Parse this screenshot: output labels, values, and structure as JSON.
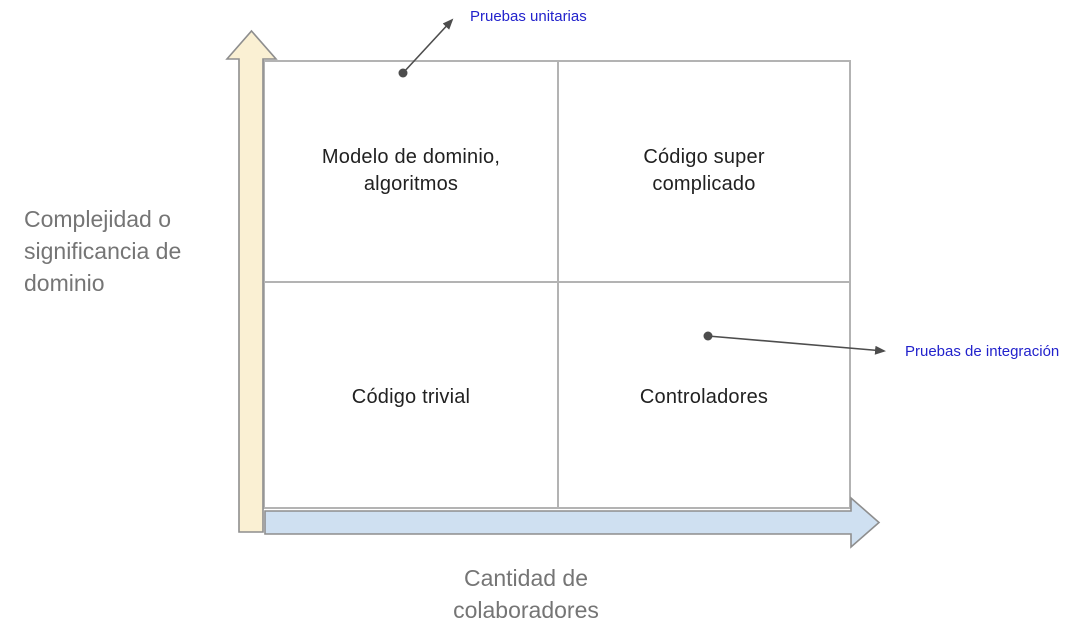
{
  "diagram": {
    "quadrants": [
      {
        "position": "top-left",
        "lines": [
          "Modelo de dominio,",
          "algoritmos"
        ]
      },
      {
        "position": "top-right",
        "lines": [
          "Código super",
          "complicado"
        ]
      },
      {
        "position": "bottom-left",
        "lines": [
          "Código trivial",
          ""
        ]
      },
      {
        "position": "bottom-right",
        "lines": [
          "Controladores",
          ""
        ]
      }
    ],
    "y_axis": {
      "label_lines": [
        "Complejidad o",
        "significancia de",
        "dominio"
      ]
    },
    "x_axis": {
      "label_lines": [
        "Cantidad de",
        "colaboradores"
      ]
    },
    "annotations": [
      {
        "label": "Pruebas unitarias"
      },
      {
        "label": "Pruebas de integración"
      }
    ]
  },
  "colors": {
    "background": "#ffffff",
    "grid_line": "#b3b3b3",
    "y_axis_arrow_fill": "#faf0d3",
    "x_axis_arrow_fill": "#cfe0f1",
    "arrow_outline": "#8e8e8e",
    "annotation_line": "#4d4d4d",
    "annotation_text": "#2222cc",
    "quadrant_text": "#212121",
    "axis_text": "#757575"
  }
}
